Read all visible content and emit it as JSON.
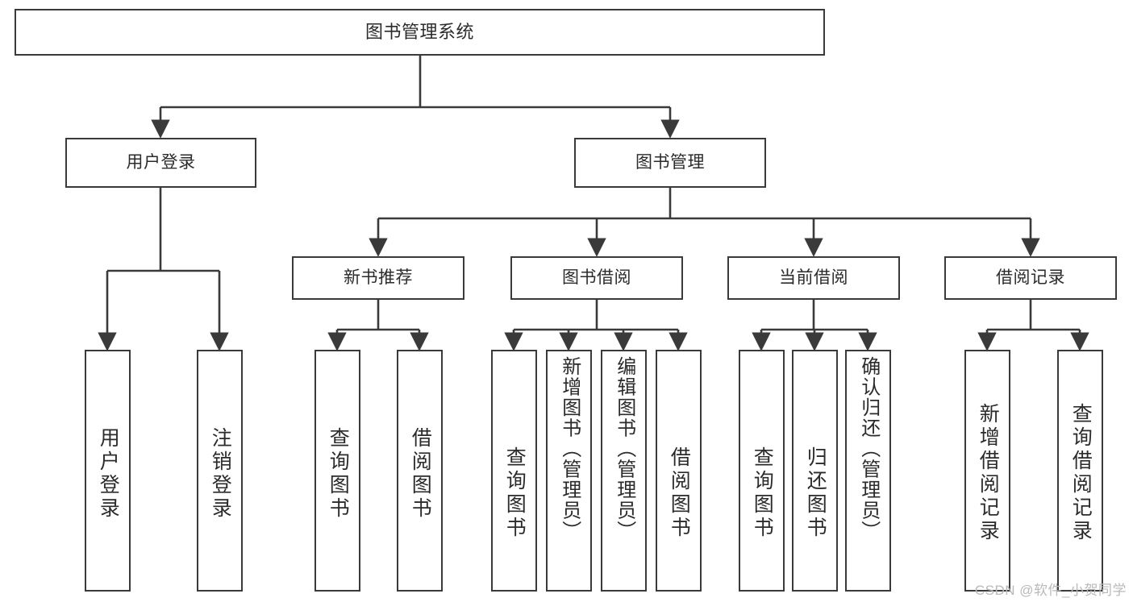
{
  "diagram": {
    "title": "图书管理系统",
    "type": "function-structure-tree",
    "colors": {
      "background": "#ffffff",
      "border": "#3a3a3a",
      "text": "#2b2b2b",
      "edge": "#3a3a3a",
      "watermark": "#b9b9b9"
    },
    "root": {
      "label": "图书管理系统"
    },
    "level2": [
      {
        "label": "用户登录"
      },
      {
        "label": "图书管理"
      }
    ],
    "level3": [
      {
        "label": "新书推荐"
      },
      {
        "label": "图书借阅"
      },
      {
        "label": "当前借阅"
      },
      {
        "label": "借阅记录"
      }
    ],
    "leaves": {
      "user_login": [
        {
          "label": "用户登录"
        },
        {
          "label": "注销登录"
        }
      ],
      "new_book_recommend": [
        {
          "label": "查询图书"
        },
        {
          "label": "借阅图书"
        }
      ],
      "book_borrow": [
        {
          "label": "查询图书"
        },
        {
          "label": "新增图书（管理员）"
        },
        {
          "label": "编辑图书（管理员）"
        },
        {
          "label": "借阅图书"
        }
      ],
      "current_borrow": [
        {
          "label": "查询图书"
        },
        {
          "label": "归还图书"
        },
        {
          "label": "确认归还（管理员）"
        }
      ],
      "borrow_records": [
        {
          "label": "新增借阅记录"
        },
        {
          "label": "查询借阅记录"
        }
      ]
    }
  },
  "watermark": {
    "text": "CSDN @软件_小贺同学"
  }
}
